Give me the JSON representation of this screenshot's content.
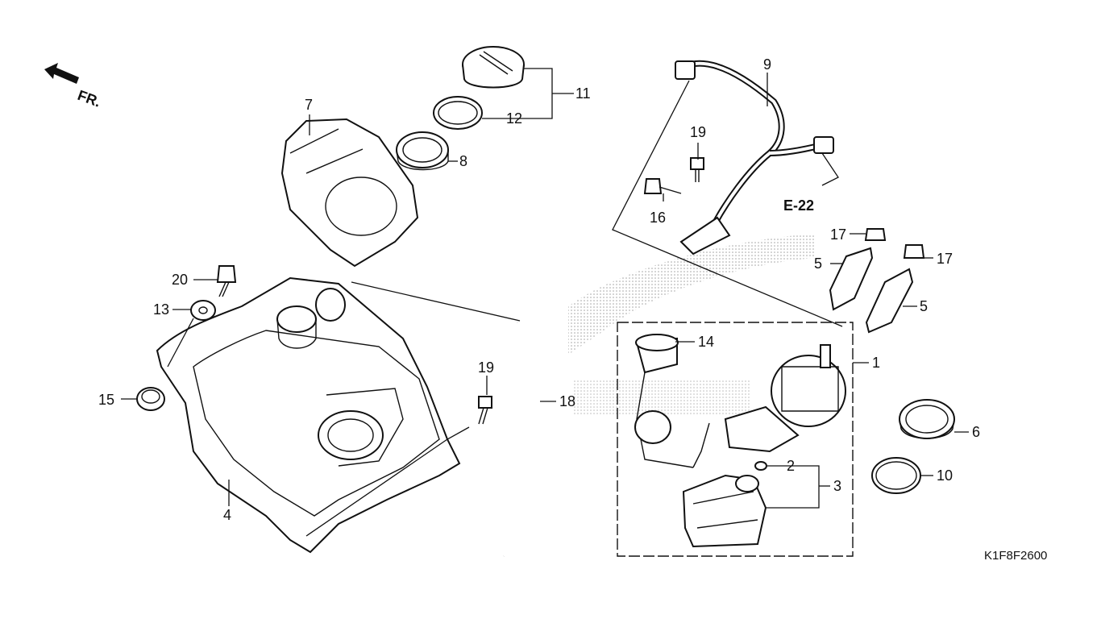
{
  "diagram": {
    "direction_label": "FR.",
    "reference_label": "E-22",
    "diagram_code": "K1F8F2600",
    "callouts": [
      {
        "id": "c1",
        "text": "1"
      },
      {
        "id": "c2",
        "text": "2"
      },
      {
        "id": "c3",
        "text": "3"
      },
      {
        "id": "c4",
        "text": "4"
      },
      {
        "id": "c5a",
        "text": "5"
      },
      {
        "id": "c5b",
        "text": "5"
      },
      {
        "id": "c6",
        "text": "6"
      },
      {
        "id": "c7",
        "text": "7"
      },
      {
        "id": "c8",
        "text": "8"
      },
      {
        "id": "c9",
        "text": "9"
      },
      {
        "id": "c10",
        "text": "10"
      },
      {
        "id": "c11",
        "text": "11"
      },
      {
        "id": "c12",
        "text": "12"
      },
      {
        "id": "c13",
        "text": "13"
      },
      {
        "id": "c14",
        "text": "14"
      },
      {
        "id": "c15",
        "text": "15"
      },
      {
        "id": "c16",
        "text": "16"
      },
      {
        "id": "c17a",
        "text": "17"
      },
      {
        "id": "c17b",
        "text": "17"
      },
      {
        "id": "c18",
        "text": "18"
      },
      {
        "id": "c19a",
        "text": "19"
      },
      {
        "id": "c19b",
        "text": "19"
      },
      {
        "id": "c20",
        "text": "20"
      }
    ]
  }
}
